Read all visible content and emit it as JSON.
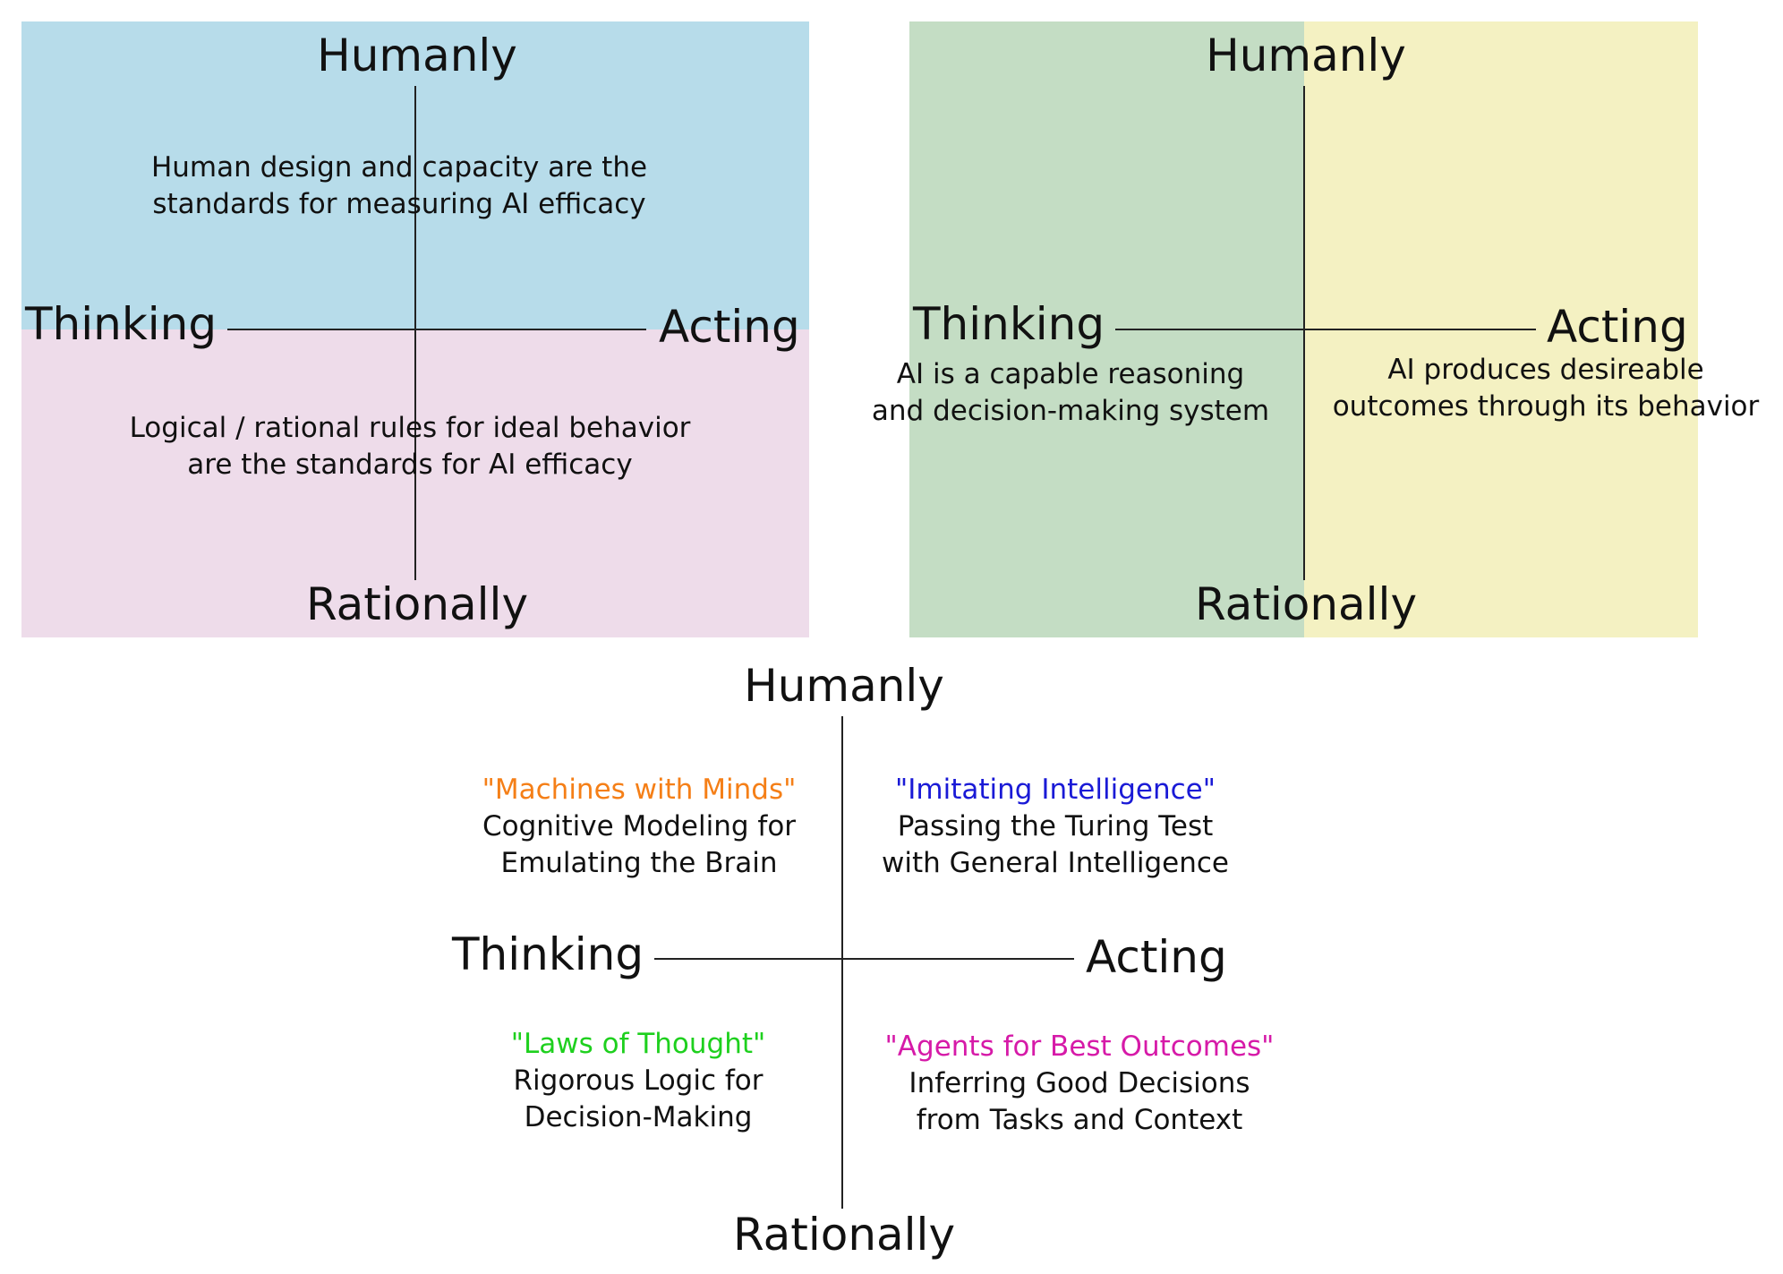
{
  "colors": {
    "human_bg": "#b7dcea",
    "rational_bg": "#eedcea",
    "thinking_bg": "#c4ddc4",
    "acting_bg": "#f4f1c2",
    "machines": "#f57f17",
    "imitating": "#1a1ad6",
    "laws": "#1ed01e",
    "agents": "#d61aa8"
  },
  "panels": {
    "top_left": {
      "humanly": "Humanly",
      "rationally": "Rationally",
      "thinking": "Thinking",
      "acting": "Acting",
      "human_desc": [
        "Human design and capacity are the",
        "standards for measuring AI efficacy"
      ],
      "rational_desc": [
        "Logical / rational rules for ideal behavior",
        "are the standards for AI efficacy"
      ]
    },
    "top_right": {
      "humanly": "Humanly",
      "rationally": "Rationally",
      "thinking": "Thinking",
      "acting": "Acting",
      "thinking_desc": [
        "AI is a capable reasoning",
        "and decision-making system"
      ],
      "acting_desc": [
        "AI produces desireable",
        "outcomes through its behavior"
      ]
    },
    "bottom": {
      "humanly": "Humanly",
      "rationally": "Rationally",
      "thinking": "Thinking",
      "acting": "Acting",
      "quadrants": {
        "thinking_humanly": {
          "title": "\"Machines with Minds\"",
          "lines": [
            "Cognitive Modeling for",
            "Emulating the Brain"
          ]
        },
        "acting_humanly": {
          "title": "\"Imitating Intelligence\"",
          "lines": [
            "Passing the Turing Test",
            "with General Intelligence"
          ]
        },
        "thinking_rationally": {
          "title": "\"Laws of Thought\"",
          "lines": [
            "Rigorous Logic for",
            "Decision-Making"
          ]
        },
        "acting_rationally": {
          "title": "\"Agents for Best Outcomes\"",
          "lines": [
            "Inferring Good Decisions",
            "from Tasks and Context"
          ]
        }
      }
    }
  }
}
